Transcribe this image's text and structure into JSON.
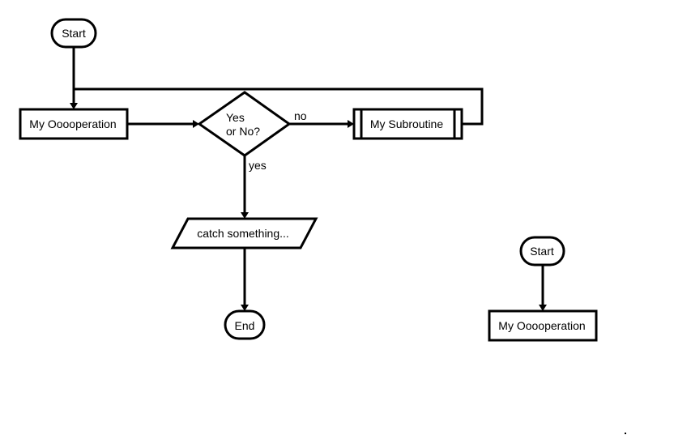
{
  "diagram": {
    "nodes": {
      "start1": {
        "label": "Start",
        "shape": "terminator"
      },
      "operation1": {
        "label": "My Ooooperation",
        "shape": "process"
      },
      "decision": {
        "label_line1": "Yes",
        "label_line2": "or No?",
        "shape": "decision"
      },
      "subroutine": {
        "label": "My Subroutine",
        "shape": "predefined-process"
      },
      "io": {
        "label": "catch something...",
        "shape": "data"
      },
      "end": {
        "label": "End",
        "shape": "terminator"
      },
      "start2": {
        "label": "Start",
        "shape": "terminator"
      },
      "operation2": {
        "label": "My Ooooperation",
        "shape": "process"
      }
    },
    "edges": {
      "no_label": "no",
      "yes_label": "yes"
    },
    "colors": {
      "stroke": "#000000",
      "fill": "#ffffff",
      "background": "#ffffff"
    }
  }
}
